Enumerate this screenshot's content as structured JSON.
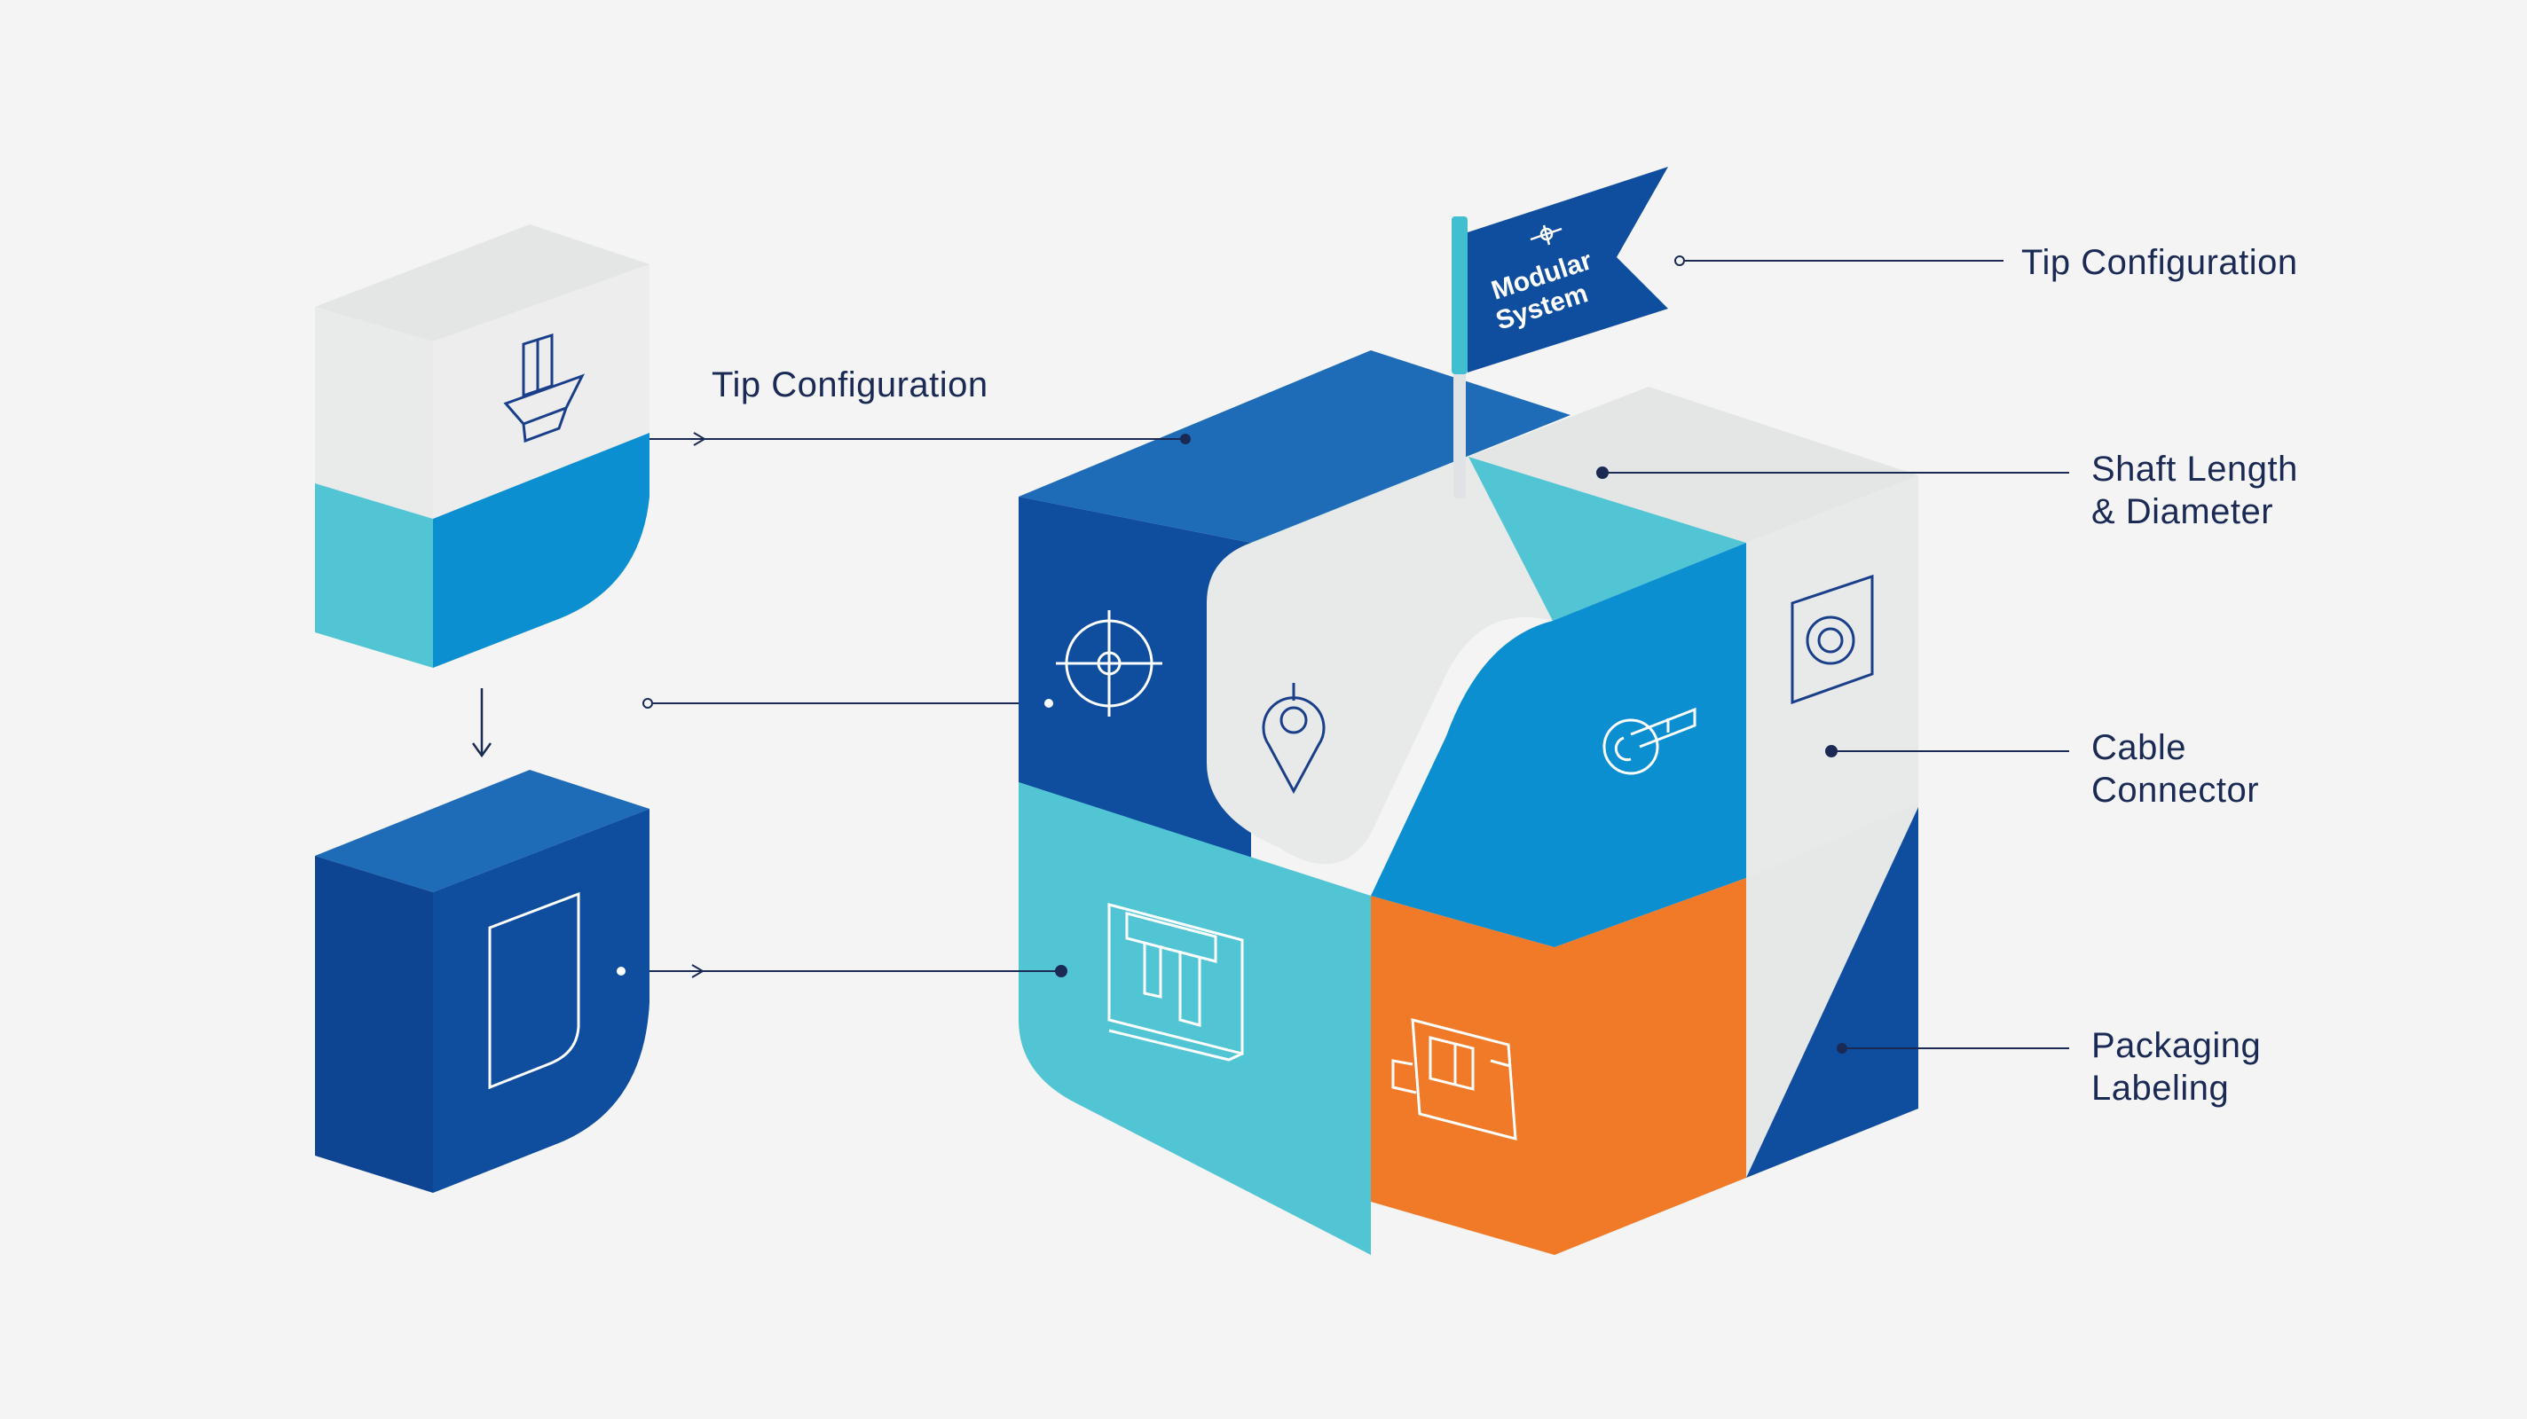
{
  "diagram": {
    "flag": {
      "line1": "Modular",
      "line2": "System"
    },
    "labels": {
      "left_tip": "Tip Configuration",
      "tip": "Tip Configuration",
      "shaft": "Shaft Length\n& Diameter",
      "cable": "Cable\nConnector",
      "packaging": "Packaging\nLabeling"
    },
    "colors": {
      "navy": "#0f4d9e",
      "navy_dark": "#0d4593",
      "blue": "#1e6bb8",
      "sky": "#0b8fd0",
      "teal": "#52c5d4",
      "orange": "#f07a28",
      "light_gray": "#e6e7e7",
      "line": "#1a2a55",
      "background": "#f3f4f3"
    },
    "icons": [
      "crosshair-icon",
      "location-pin-icon",
      "cable-plug-icon",
      "connector-port-icon",
      "tip-funnel-icon",
      "module-icon",
      "shaft-module-icon",
      "package-box-icon",
      "document-icon"
    ]
  }
}
